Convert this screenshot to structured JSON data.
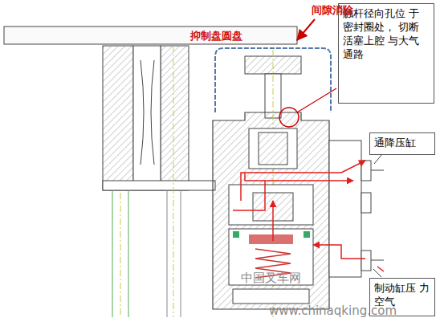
{
  "diagram": {
    "nodes": [
      {
        "text": [
          "触杆径向孔位 于密封圈处， 切断活塞上腔 与大气通路"
        ]
      },
      {
        "text": [
          "通降压缸"
        ]
      },
      {
        "text": [
          "制动缸压 力空气"
        ]
      }
    ],
    "labels": [
      "抑制盘圆盘",
      "间隙消除",
      "中国叉车网",
      "www.chinaqking.com"
    ]
  }
}
